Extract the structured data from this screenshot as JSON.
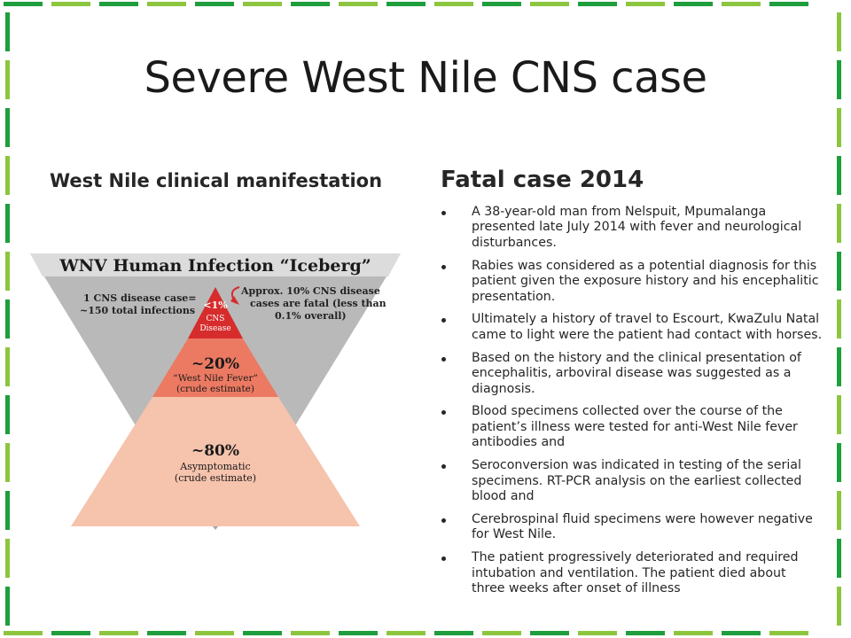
{
  "slide": {
    "title": "Severe West Nile CNS case",
    "left_heading": "West Nile clinical manifestation",
    "right_heading": "Fatal case 2014",
    "bullets": [
      "A 38-year-old man from Nelspuit, Mpumalanga presented late July 2014 with fever and neurological disturbances.",
      "Rabies was considered as a potential diagnosis for this patient given the exposure history and his encephalitic presentation.",
      "Ultimately a history of travel to Escourt, KwaZulu Natal came to light were the patient had contact with horses.",
      "Based on the history and the clinical presentation of encephalitis, arboviral disease was suggested as a diagnosis.",
      "Blood specimens collected over the course of the patient’s illness were tested for anti-West Nile fever antibodies and",
      "Seroconversion was indicated in testing of the serial specimens. RT-PCR analysis on the earliest collected blood and",
      "Cerebrospinal fluid specimens were however negative for West Nile.",
      "The patient progressively deteriorated and required intubation and ventilation. The patient died about three weeks after onset of illness"
    ]
  },
  "iceberg": {
    "title": "WNV Human Infection “Iceberg”",
    "left_note_1": "1 CNS disease case=",
    "left_note_2": "~150 total infections",
    "right_note_1": "Approx. 10% CNS disease",
    "right_note_2": "cases are fatal (less than",
    "right_note_3": "0.1% overall)",
    "cns_pct": "<1%",
    "cns_label_1": "CNS",
    "cns_label_2": "Disease",
    "fever_pct": "~20%",
    "fever_label_1": "“West Nile Fever”",
    "fever_label_2": "(crude estimate)",
    "asym_pct": "~80%",
    "asym_label_1": "Asymptomatic",
    "asym_label_2": "(crude estimate)"
  },
  "colors": {
    "green_dark": "#1e9e3c",
    "green_light": "#8cc63f",
    "tier_top": "#d62c2c",
    "tier_mid": "#ec7a62",
    "tier_bottom": "#f6c3ad",
    "iceberg_gray": "#b9b9b9"
  }
}
